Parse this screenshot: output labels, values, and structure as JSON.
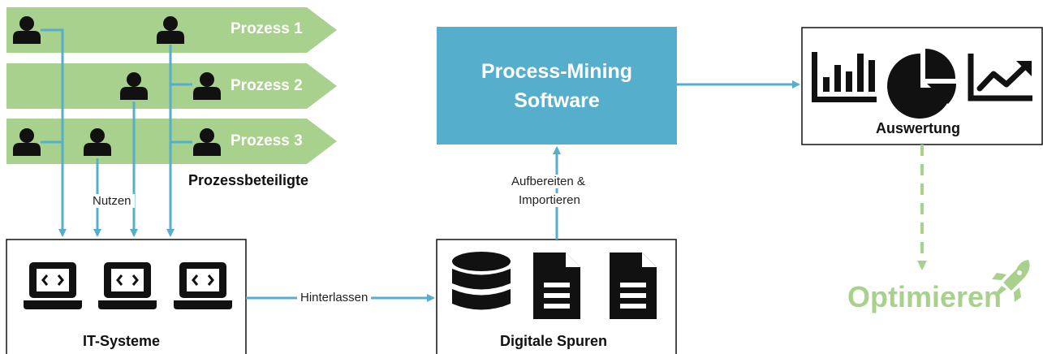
{
  "processes": [
    {
      "label": "Prozess 1"
    },
    {
      "label": "Prozess 2"
    },
    {
      "label": "Prozess 3"
    }
  ],
  "participants_label": "Prozessbeteiligte",
  "use_label": "Nutzen",
  "it_systems_label": "IT-Systeme",
  "leave_label": "Hinterlassen",
  "digital_traces_label": "Digitale Spuren",
  "prepare_label_line1": "Aufbereiten &",
  "prepare_label_line2": "Importieren",
  "pm_software_line1": "Process-Mining",
  "pm_software_line2": "Software",
  "evaluation_label": "Auswertung",
  "optimize_label": "Optimieren",
  "icons": {
    "person": "person-icon",
    "laptop": "laptop-code-icon",
    "database": "database-icon",
    "document": "document-icon",
    "bar_chart": "bar-chart-icon",
    "pie_chart": "pie-chart-icon",
    "line_chart": "line-chart-icon",
    "rocket": "rocket-icon"
  },
  "colors": {
    "process_green": "#a9d18e",
    "arrow_blue": "#55aecb",
    "pm_box": "#55aecb",
    "optimize_green": "#a9d18e",
    "icon_black": "#111111"
  }
}
